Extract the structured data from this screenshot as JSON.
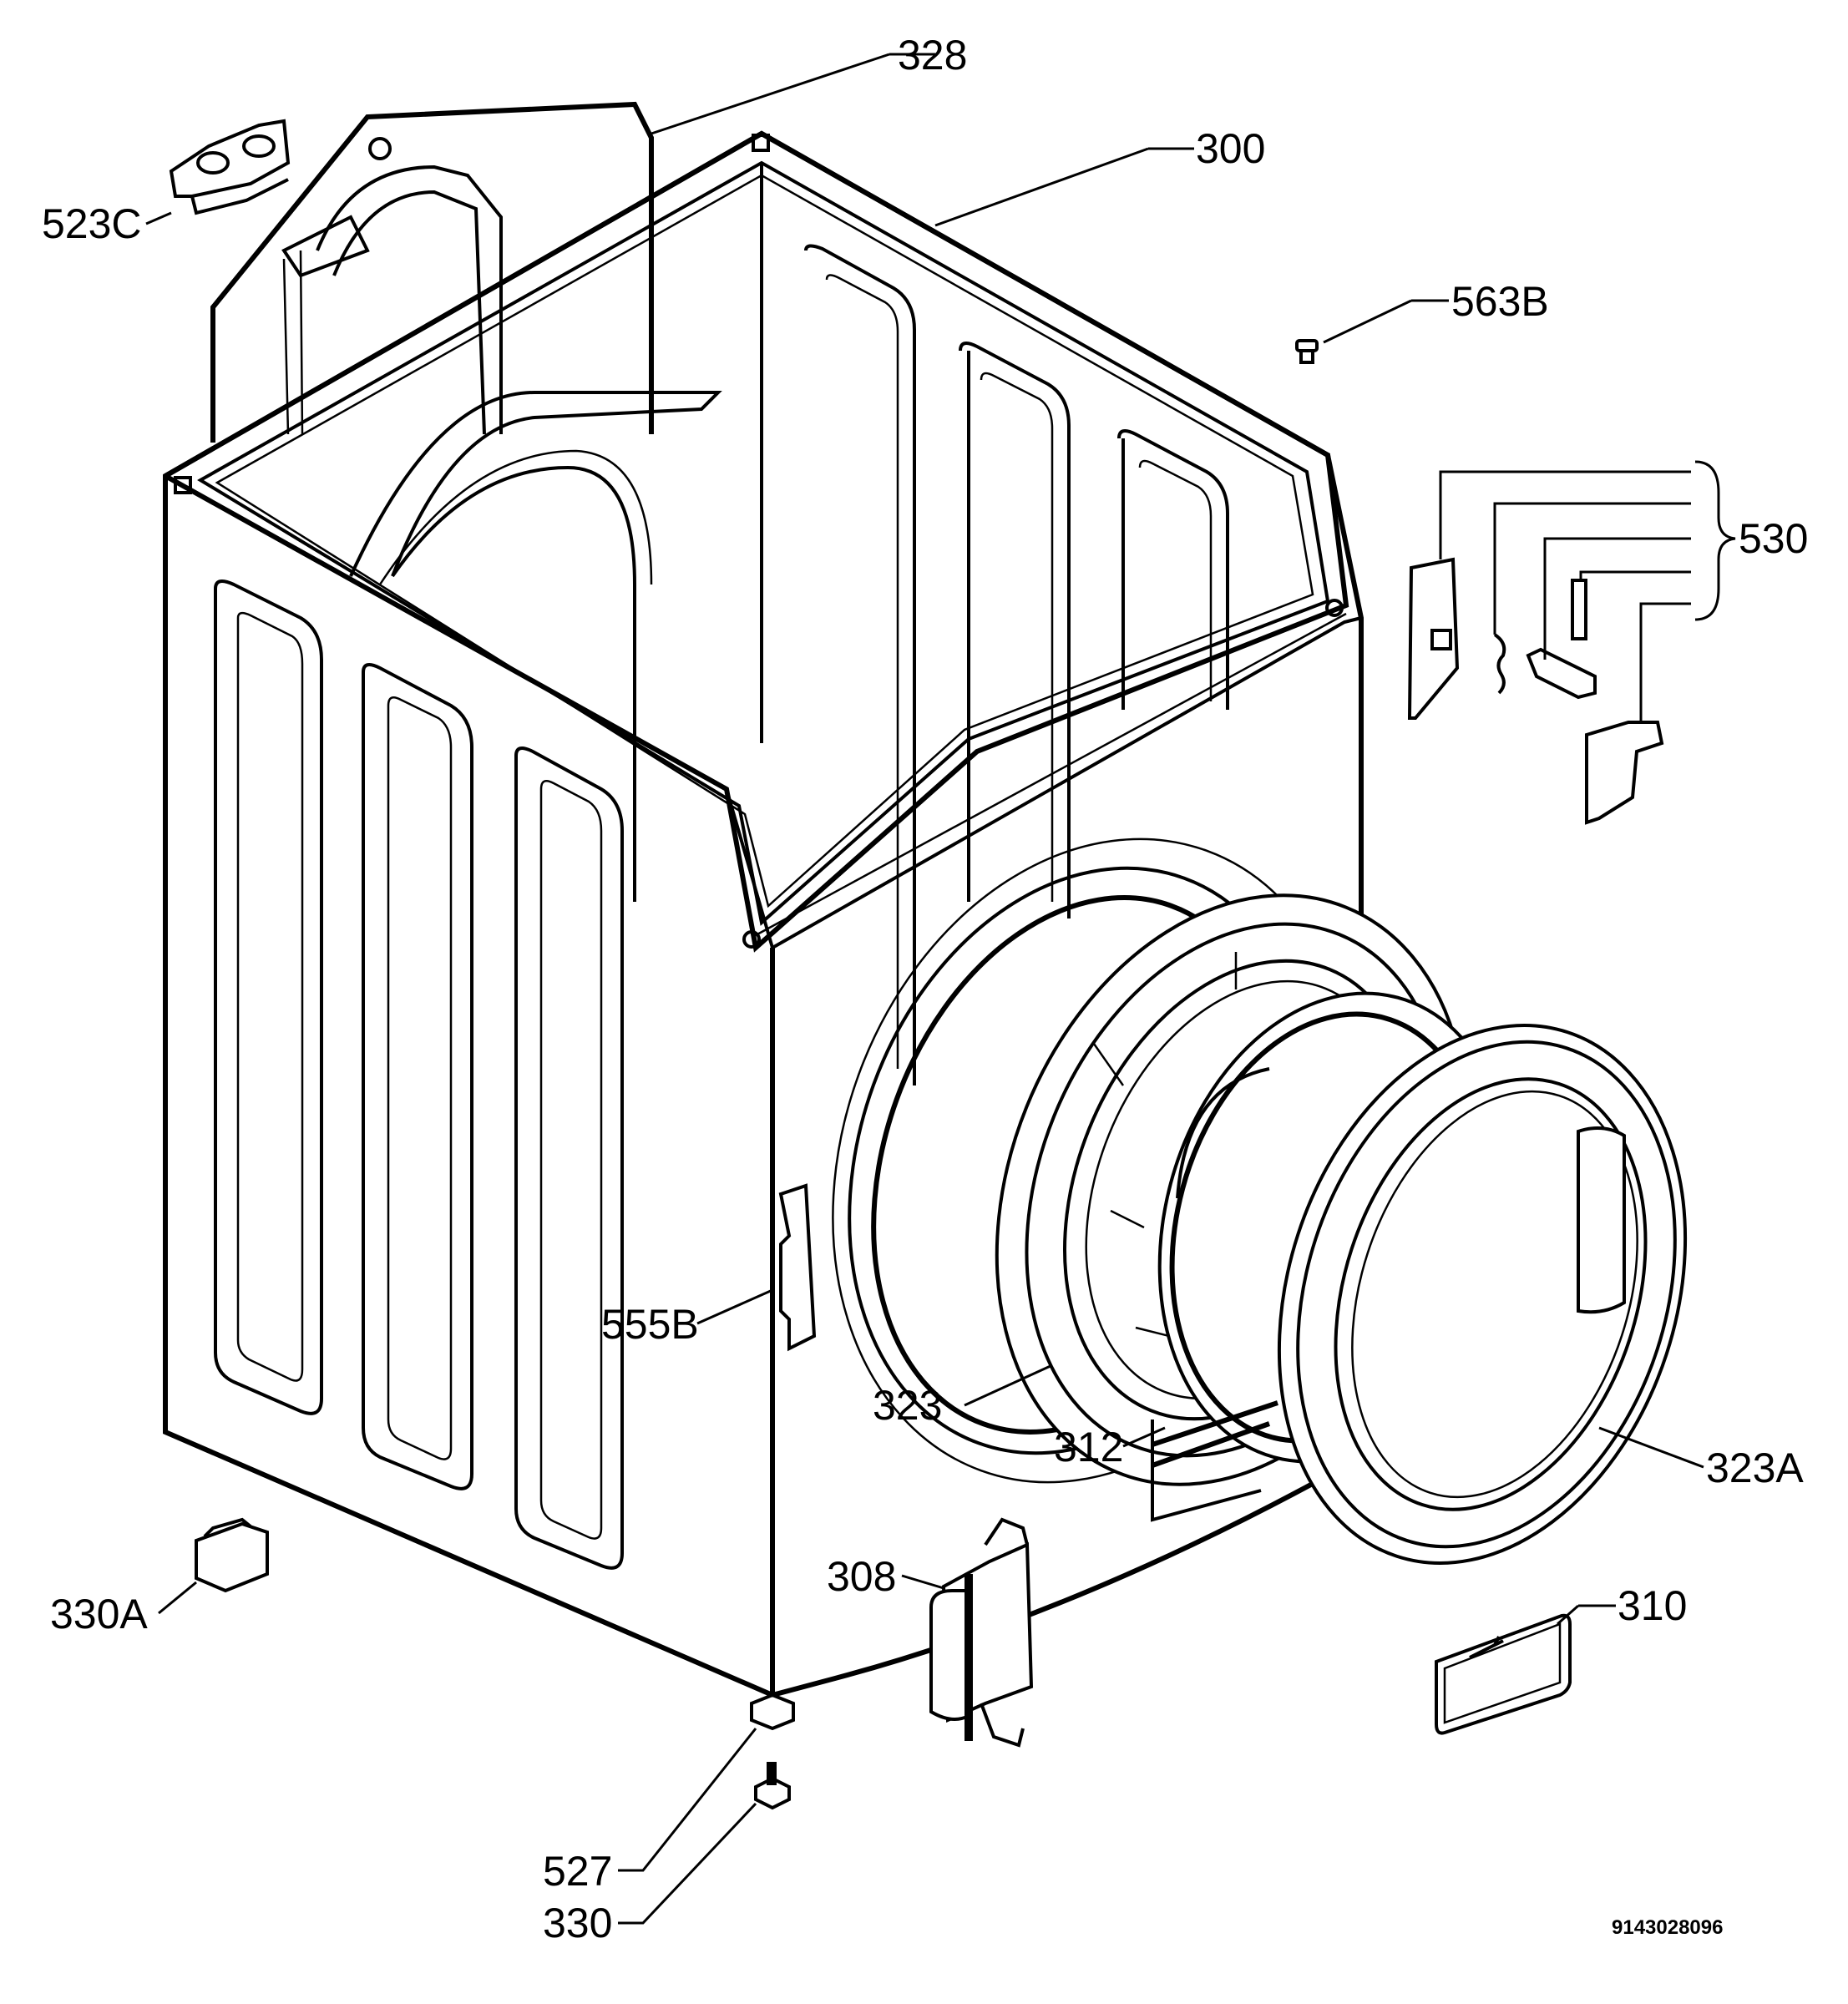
{
  "diagram": {
    "part_labels": {
      "p328": "328",
      "p300": "300",
      "p523C": "523C",
      "p563B": "563B",
      "p530": "530",
      "p555B": "555B",
      "p323": "323",
      "p312": "312",
      "p323A": "323A",
      "p308": "308",
      "p310": "310",
      "p330A": "330A",
      "p527": "527",
      "p330": "330"
    },
    "drawing_code": "9143028096"
  }
}
